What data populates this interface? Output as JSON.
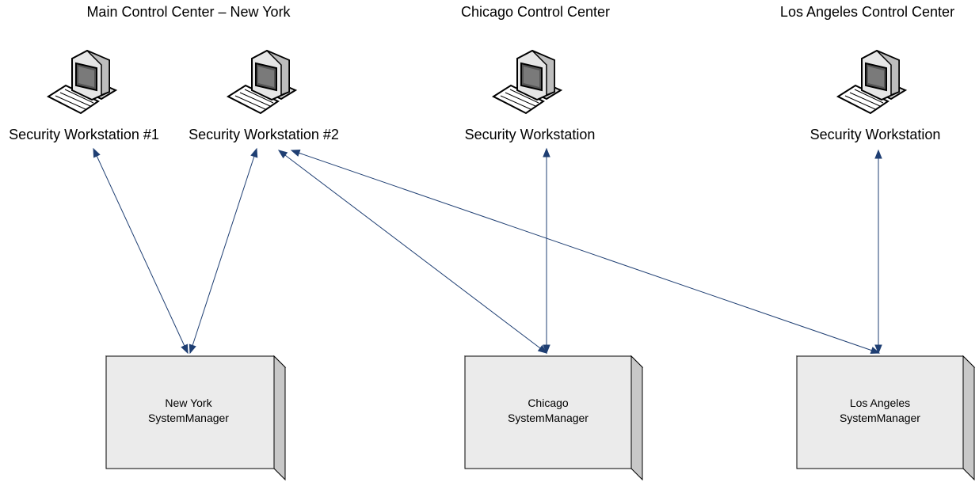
{
  "headings": {
    "new_york": "Main Control Center – New York",
    "chicago": "Chicago Control Center",
    "los_angeles": "Los Angeles Control Center"
  },
  "workstations": {
    "ny1": "Security Workstation #1",
    "ny2": "Security Workstation #2",
    "chicago": "Security Workstation",
    "los_angeles": "Security Workstation"
  },
  "servers": {
    "new_york": {
      "line1": "New York",
      "line2": "SystemManager"
    },
    "chicago": {
      "line1": "Chicago",
      "line2": "SystemManager"
    },
    "los_angeles": {
      "line1": "Los Angeles",
      "line2": "SystemManager"
    }
  },
  "colors": {
    "connector": "#1f3f73",
    "box_fill": "#ebebeb",
    "box_stroke": "#000000"
  },
  "icons": {
    "workstation": "computer-workstation-icon"
  }
}
